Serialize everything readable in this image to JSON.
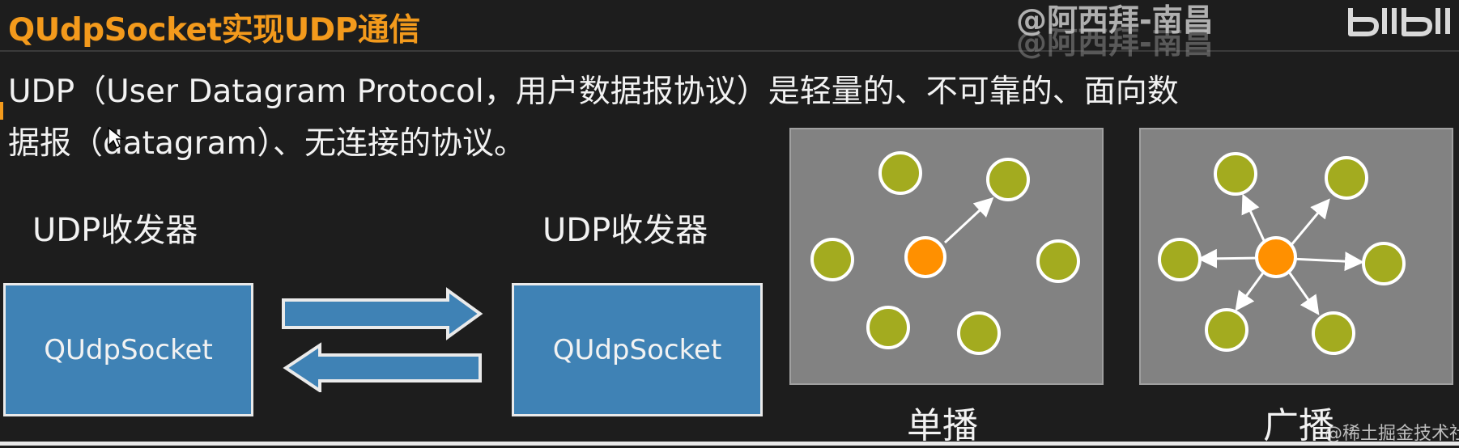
{
  "title": "QUdpSocket实现UDP通信",
  "watermark": {
    "uploader": "@阿西拜-南昌",
    "uploader_ghost": "@阿西拜-南昌",
    "bilibili_logo": "bilibili-logo",
    "site": "@稀土掘金技术社区"
  },
  "description": {
    "line1": "UDP（User Datagram Protocol，用户数据报协议）是轻量的、不可靠的、面向数",
    "line2": "据报（datagram）、无连接的协议。"
  },
  "transceivers": {
    "left": {
      "label": "UDP收发器",
      "box": "QUdpSocket"
    },
    "right": {
      "label": "UDP收发器",
      "box": "QUdpSocket"
    }
  },
  "modes": {
    "unicast": {
      "caption": "单播"
    },
    "broadcast": {
      "caption": "广播"
    }
  },
  "colors": {
    "title": "#f39a1c",
    "box": "#3f82b5",
    "panel": "#828282",
    "node_green": "#a3ab1f",
    "node_orange": "#ff9000"
  }
}
